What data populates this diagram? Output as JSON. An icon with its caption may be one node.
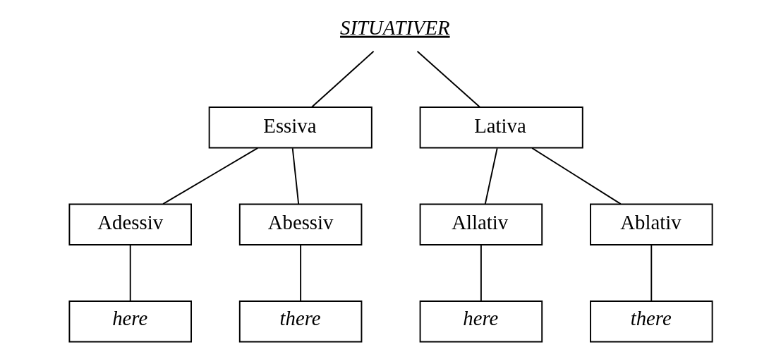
{
  "diagram": {
    "nodes": [
      {
        "text": [
          "SITUATIVER"
        ]
      },
      {
        "text": [
          "Essiva"
        ]
      },
      {
        "text": [
          "Lativa"
        ]
      },
      {
        "text": [
          "Adessiv"
        ]
      },
      {
        "text": [
          "Abessiv"
        ]
      },
      {
        "text": [
          "Allativ"
        ]
      },
      {
        "text": [
          "Ablativ"
        ]
      },
      {
        "text": [
          "here"
        ]
      },
      {
        "text": [
          "there"
        ]
      },
      {
        "text": [
          "here"
        ]
      },
      {
        "text": [
          "there"
        ]
      }
    ],
    "edges": [
      {
        "from": 0,
        "to": 1,
        "arrow": "none"
      },
      {
        "from": 0,
        "to": 2,
        "arrow": "none"
      },
      {
        "from": 1,
        "to": 3,
        "arrow": "none"
      },
      {
        "from": 1,
        "to": 4,
        "arrow": "none"
      },
      {
        "from": 2,
        "to": 5,
        "arrow": "none"
      },
      {
        "from": 2,
        "to": 6,
        "arrow": "none"
      },
      {
        "from": 3,
        "to": 7,
        "arrow": "none"
      },
      {
        "from": 4,
        "to": 8,
        "arrow": "none"
      },
      {
        "from": 5,
        "to": 9,
        "arrow": "none"
      },
      {
        "from": 6,
        "to": 10,
        "arrow": "none"
      }
    ]
  }
}
